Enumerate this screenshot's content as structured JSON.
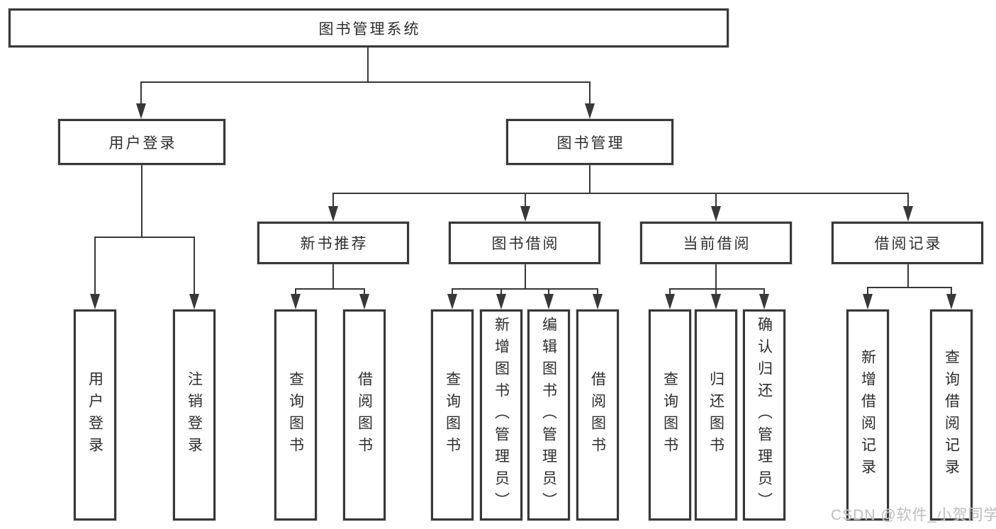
{
  "diagram": {
    "type": "hierarchy-tree",
    "title": "图书管理系统"
  },
  "colors": {
    "line": "#383838",
    "box_border": "#383838",
    "text": "#2d2d2d",
    "watermark": "#bdbdbd",
    "background": "#ffffff"
  },
  "tree": {
    "label": "图书管理系统",
    "children": [
      {
        "label": "用户登录",
        "children": [
          {
            "label": "用户登录"
          },
          {
            "label": "注销登录"
          }
        ]
      },
      {
        "label": "图书管理",
        "children": [
          {
            "label": "新书推荐",
            "children": [
              {
                "label": "查询图书"
              },
              {
                "label": "借阅图书"
              }
            ]
          },
          {
            "label": "图书借阅",
            "children": [
              {
                "label": "查询图书"
              },
              {
                "label": "新增图书（管理员）"
              },
              {
                "label": "编辑图书（管理员）"
              },
              {
                "label": "借阅图书"
              }
            ]
          },
          {
            "label": "当前借阅",
            "children": [
              {
                "label": "查询图书"
              },
              {
                "label": "归还图书"
              },
              {
                "label": "确认归还（管理员）"
              }
            ]
          },
          {
            "label": "借阅记录",
            "children": [
              {
                "label": "新增借阅记录"
              },
              {
                "label": "查询借阅记录"
              }
            ]
          }
        ]
      }
    ]
  },
  "watermark": "CSDN @软件_小贺同学"
}
